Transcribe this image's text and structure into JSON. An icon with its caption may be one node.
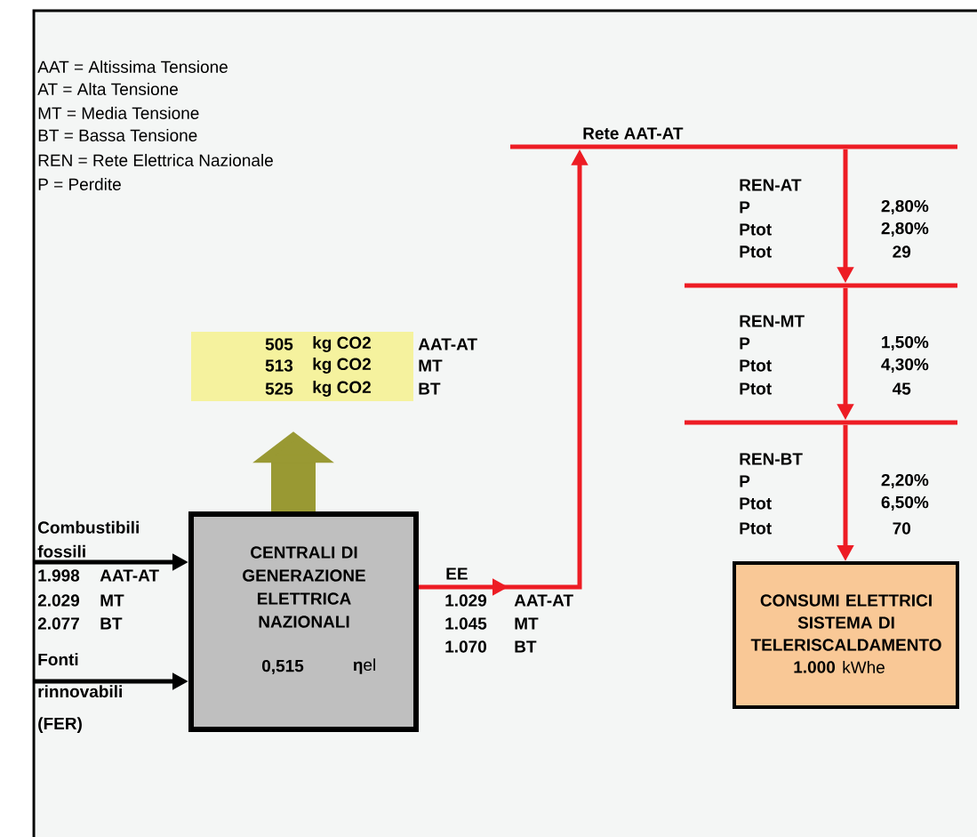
{
  "diagram": {
    "nodes": [
      {
        "text": [
          "Combustibili fossili"
        ]
      },
      {
        "text": [
          "Fonti rinnovabili (FER)"
        ]
      },
      {
        "text": [
          "CENTRALI DI GENERAZIONE ELETTRICA NAZIONALI",
          "0,515",
          "**η**el"
        ]
      },
      {
        "text": [
          "505",
          "kg CO2",
          "513",
          "kg CO2",
          "525",
          "kg CO2"
        ],
        "beside": [
          "AAT-AT",
          "MT",
          "BT"
        ]
      },
      {
        "text": [
          "Rete AAT-AT"
        ]
      },
      {
        "text": [],
        "shape": "bar"
      },
      {
        "text": [],
        "shape": "bar"
      },
      {
        "text": [
          "CONSUMI ELETTRICI SISTEMA DI TELERISCALDAMENTO",
          "1.000",
          "kWhe"
        ]
      }
    ],
    "edges": [
      {
        "from": 0,
        "to": 2,
        "arrow": "to",
        "color": "#000000"
      },
      {
        "from": 1,
        "to": 2,
        "arrow": "to",
        "color": "#000000"
      },
      {
        "from": 2,
        "to": 3,
        "arrow": "to",
        "style": "thick",
        "color": "#999933"
      },
      {
        "from": 2,
        "to": 4,
        "arrow": "to",
        "label": "EE"
      },
      {
        "from": 4,
        "to": 5,
        "arrow": "to"
      },
      {
        "from": 5,
        "to": 6,
        "arrow": "to"
      },
      {
        "from": 6,
        "to": 7,
        "arrow": "to"
      }
    ],
    "labels": [
      "AAT = Altissima Tensione",
      "AT = Alta Tensione",
      "MT = Media Tensione",
      "BT = Bassa Tensione",
      "REN = Rete Elettrica Nazionale",
      "P = Perdite",
      "1.998",
      "AAT-AT",
      "2.029",
      "MT",
      "2.077",
      "BT",
      "1.029",
      "AAT-AT",
      "1.045",
      "MT",
      "1.070",
      "BT",
      "REN-AT",
      "P",
      "2,80%",
      "Ptot",
      "2,80%",
      "Ptot",
      "29",
      "REN-MT",
      "P",
      "1,50%",
      "Ptot",
      "4,30%",
      "Ptot",
      "45",
      "REN-BT",
      "P",
      "2,20%",
      "Ptot",
      "6,50%",
      "Ptot",
      "70"
    ]
  }
}
